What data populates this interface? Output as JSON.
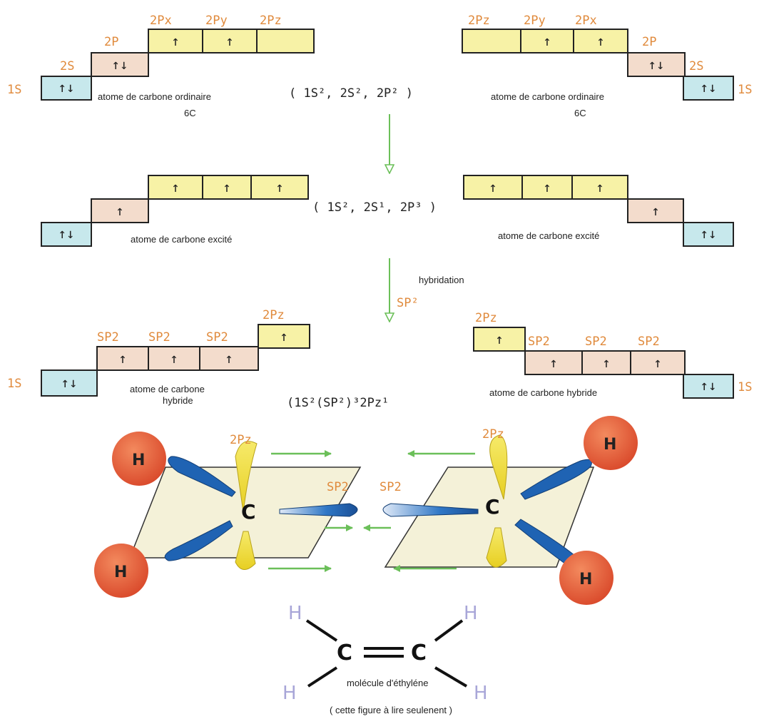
{
  "colors": {
    "s_box": "#c7e8ec",
    "two_s_box": "#f3dccc",
    "p_box": "#f7f2a6",
    "hybrid_box": "#f3dccc",
    "orange_text": "#e08a3c",
    "blue_sub": "#5b57c8",
    "red_sub": "#c0402a",
    "arrow_green": "#6bbf59",
    "h_sphere": "#e0562f",
    "lobe_blue": "#1f63b3",
    "lobe_yellow": "#f2e13b",
    "plane": "#f4f1d8",
    "h_light": "#a8a6d8"
  },
  "labels": {
    "one_s": "1S",
    "two_s": "2S",
    "two_p": "2P",
    "two_px": "2Px",
    "two_py": "2Py",
    "two_pz": "2Pz",
    "sp2": "SP2",
    "pz_2": "2Pz"
  },
  "captions": {
    "ordinary_left": "atome de carbone ordinaire",
    "ordinary_right": "atome de carbone ordinaire",
    "symbol_c": "6C",
    "config_ordinary": "( 1S², 2S², 2P² )",
    "excited_left": "atome de carbone excité",
    "excited_right": "atome de carbone excité",
    "config_excited": "( 1S², 2S¹, 2P³ )",
    "hybridization": "hybridation",
    "hybridization_type": "SP²",
    "hybrid_left_line1": "atome de carbone",
    "hybrid_left_line2": "hybride",
    "hybrid_right": "atome de carbone hybride",
    "config_hybrid": "(1S²(SP²)³2Pz¹",
    "carbon": "C",
    "hydrogen": "H",
    "molecule": "molécule d'éthyléne",
    "note": "( cette figure à lire seulenent )"
  },
  "orbitals": {
    "ordinary": [
      "↑↓",
      "↑↓",
      "↑",
      "↑",
      ""
    ],
    "excited": [
      "↑↓",
      "↑",
      "↑",
      "↑",
      "↑"
    ],
    "hybrid": [
      "↑↓",
      "↑",
      "↑",
      "↑",
      "↑"
    ]
  }
}
